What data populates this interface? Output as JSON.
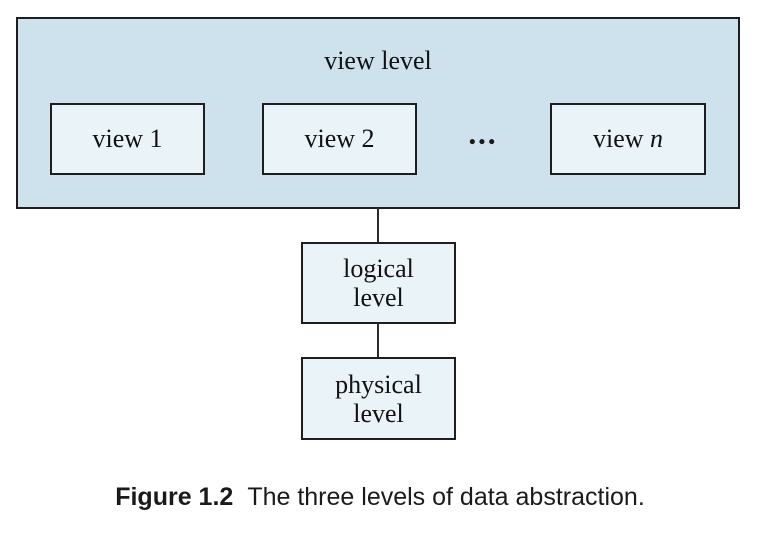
{
  "page": {
    "background_color": "#ffffff"
  },
  "diagram": {
    "title": "view level",
    "outer_box_fill": "#cde2ed",
    "inner_box_fill": "#eaf3f8",
    "border_color": "#1e1e1e",
    "connector_color": "#2b2b2b",
    "views": [
      {
        "label": "view 1"
      },
      {
        "label": "view 2"
      },
      {
        "prefix": "view ",
        "variable": "n"
      }
    ],
    "ellipsis": "•••",
    "levels": [
      {
        "line1": "logical",
        "line2": "level"
      },
      {
        "line1": "physical",
        "line2": "level"
      }
    ]
  },
  "caption": {
    "label": "Figure 1.2",
    "text": "The three levels of data abstraction."
  }
}
